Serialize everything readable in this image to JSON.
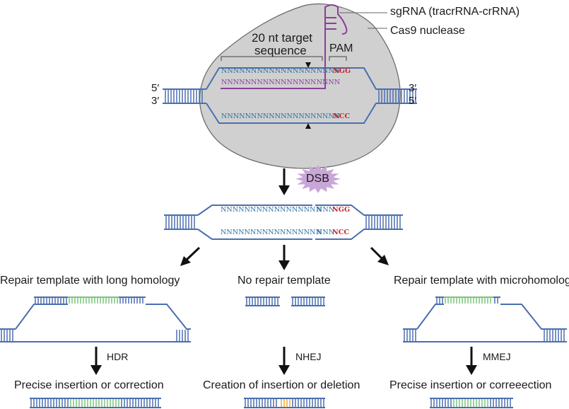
{
  "labels": {
    "sgrna": "sgRNA (tracrRNA-crRNA)",
    "cas9": "Cas9 nuclease",
    "target": "20 nt target",
    "target2": "sequence",
    "pam": "PAM",
    "five_left": "5′",
    "three_left": "3′",
    "three_right": "3′",
    "five_right": "5′",
    "dsb": "DSB",
    "hdr_template": "Repair template with long homology",
    "no_template": "No repair template",
    "mmej_template": "Repair template with microhomology",
    "hdr": "HDR",
    "nhej": "NHEJ",
    "mmej": "MMEJ",
    "hdr_outcome": "Precise insertion or correction",
    "nhej_outcome": "Creation of insertion or deletion",
    "mmej_outcome": "Precise insertion or correeection"
  },
  "sequences": {
    "top_target": "NNNNNNNNNNNNNNNNNNNN",
    "guide": "NNNNNNNNNNNNNNNNNNNN",
    "pam_top": "NGG",
    "bottom_target": "NNNNNNNNNNNNNNNNNNNN",
    "pam_bottom": "NCC",
    "cut_top_left": "NNNNNNNNNNNNNNNNN",
    "cut_top_right": "NNN",
    "cut_pam_top": "NGG",
    "cut_bottom_left": "NNNNNNNNNNNNNNNNN",
    "cut_bottom_right": "NNN",
    "cut_pam_bottom": "NCC"
  },
  "colors": {
    "dna": "#4a6fb0",
    "cas9": "#d0d0d0",
    "cas9_edge": "#666666",
    "sgrna": "#8a3f9a",
    "pam": "#c0232a",
    "dsb": "#c9a6d8",
    "insert_green": "#7cc47a",
    "insert_orange": "#f0a830"
  }
}
